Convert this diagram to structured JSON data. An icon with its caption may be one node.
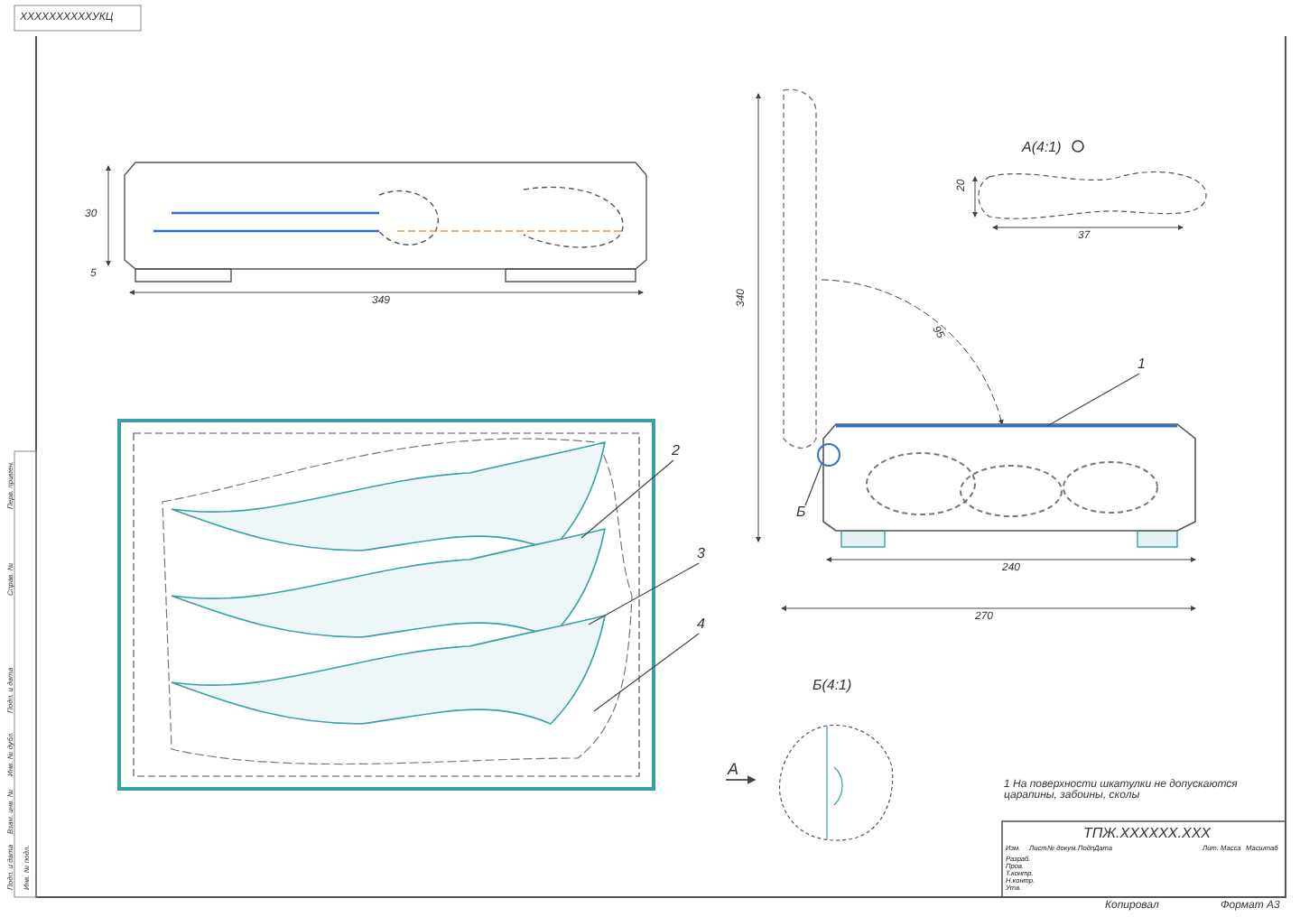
{
  "diagram": {
    "nodes": [
      {
        "text": [
          "2"
        ]
      },
      {
        "text": [],
        "shape": "picture"
      },
      {
        "text": [
          "3"
        ]
      },
      {
        "text": [],
        "shape": "picture"
      },
      {
        "text": [
          "4"
        ]
      },
      {
        "text": [],
        "shape": "picture"
      },
      {
        "text": [
          "1"
        ]
      },
      {
        "text": [],
        "shape": "box"
      },
      {
        "text": [
          "Б"
        ]
      },
      {
        "text": [],
        "shape": "circle"
      }
    ],
    "edges": [
      {
        "from": 0,
        "to": 1,
        "arrow": "none"
      },
      {
        "from": 2,
        "to": 3,
        "arrow": "none"
      },
      {
        "from": 4,
        "to": 5,
        "arrow": "none"
      },
      {
        "from": 6,
        "to": 7,
        "arrow": "none"
      },
      {
        "from": 8,
        "to": 9,
        "arrow": "none"
      }
    ],
    "labels": [
      "ХХХХХХХХХХУКЦ",
      "30",
      "5",
      "349",
      "А(4:1)",
      "20",
      "37",
      "340",
      "95",
      "240",
      "270",
      "Б(4:1)",
      "А",
      "1 На поверхности шкатулки не допускаются царапины, забоины, сколы",
      "ТПЖ.ХХХХХХ.ХХХ",
      "Изм.",
      "Лист",
      "№ докум.",
      "Подп.",
      "Дата",
      "Разраб.",
      "Пров.",
      "Т.контр.",
      "Н.контр.",
      "Утв.",
      "Лит.",
      "Масса",
      "Масштаб",
      "Копировал",
      "Формат А3",
      "Перв. примен.",
      "Справ. №",
      "Подп. и дата",
      "Инв. № дубл.",
      "Взам. инв. №",
      "Подп. и дата",
      "Инв. № подл."
    ]
  }
}
